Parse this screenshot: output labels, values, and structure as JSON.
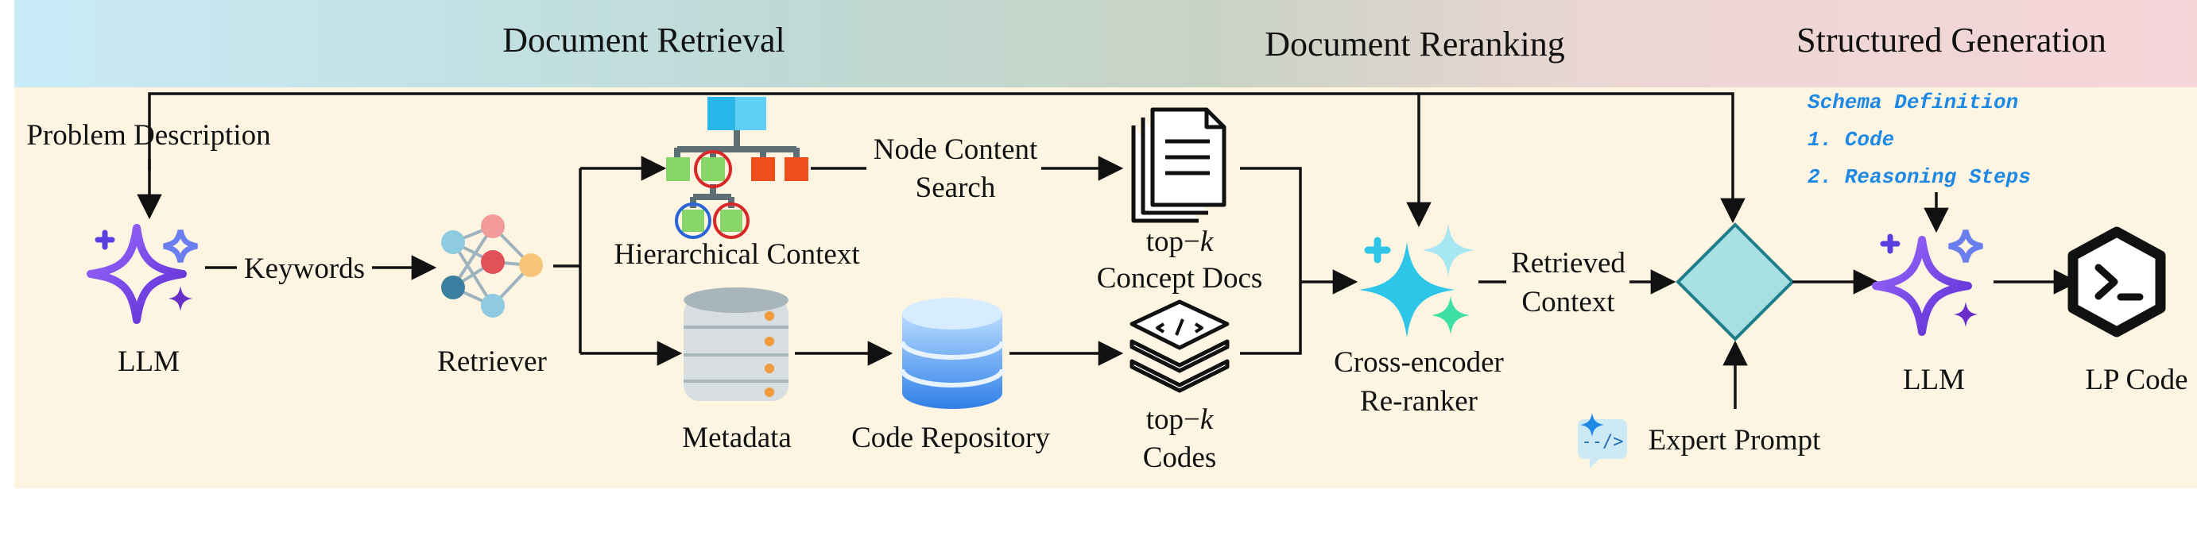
{
  "header": {
    "retrieval_label": "Document Retrieval",
    "reranking_label": "Document Reranking",
    "generation_label": "Structured Generation"
  },
  "nodes": {
    "problem_description": "Problem Description",
    "keywords": "Keywords",
    "llm_left": "LLM",
    "retriever": "Retriever",
    "hierarchical_context": "Hierarchical Context",
    "node_content_search_line1": "Node Content",
    "node_content_search_line2": "Search",
    "topk_concept_line1": "top−",
    "topk_concept_k": "k",
    "topk_concept_line2": "Concept Docs",
    "metadata": "Metadata",
    "code_repository": "Code Repository",
    "topk_codes_line1": "top−",
    "topk_codes_k": "k",
    "topk_codes_line2": "Codes",
    "cross_encoder_line1": "Cross-encoder",
    "cross_encoder_line2": "Re-ranker",
    "retrieved_context_line1": "Retrieved",
    "retrieved_context_line2": "Context",
    "expert_prompt": "Expert Prompt",
    "llm_right": "LLM",
    "lp_code": "LP Code"
  },
  "schema": {
    "title": "Schema Definition",
    "item1": "1. Code",
    "item2": "2. Reasoning Steps"
  },
  "colors": {
    "panel_bg": "#fdf5e2",
    "band_left": "#c6e8f5",
    "band_mid": "#c6d5c6",
    "band_right": "#f6d7da",
    "arrow": "#111111",
    "diamond_fill": "#a8dfe3",
    "diamond_stroke": "#1f7e89",
    "sparkle_purple": "#7a3fd6",
    "sparkle_blue": "#5a7bea",
    "cyan": "#2ec6e8",
    "schema_text": "#1e88e5"
  }
}
